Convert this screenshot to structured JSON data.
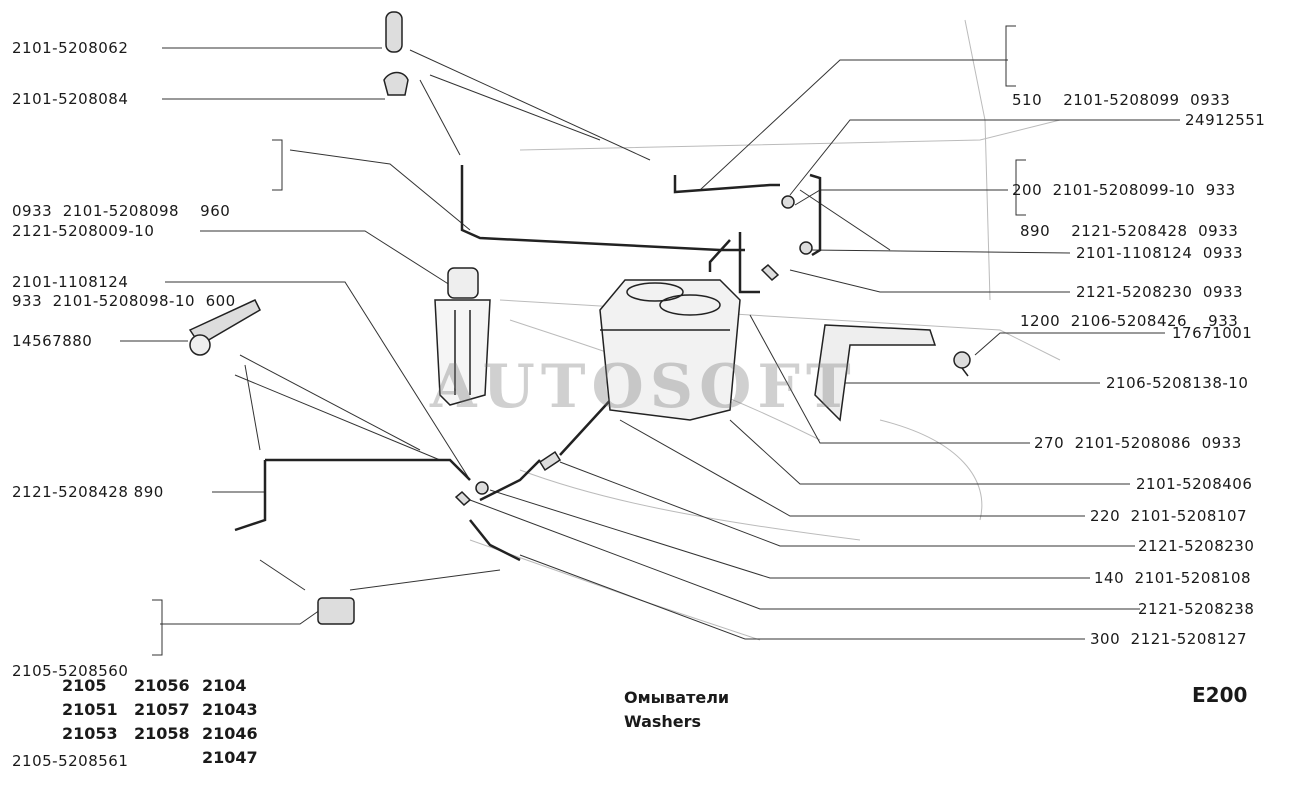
{
  "labels_left": [
    {
      "id": "l1",
      "text": "2101-5208062"
    },
    {
      "id": "l2",
      "text": "2101-5208084"
    },
    {
      "id": "l3",
      "text": "2121-5208009-10"
    },
    {
      "id": "l4",
      "text": "2101-1108124"
    },
    {
      "id": "l5",
      "text": "14567880"
    },
    {
      "id": "l6",
      "text": "2121-5208428 890"
    }
  ],
  "group_left_top": {
    "rows": [
      "0933  2101-5208098    960",
      "933  2101-5208098-10  600"
    ]
  },
  "group_left_bottom": {
    "rows": [
      "2105-5208560",
      "2105-5208561"
    ]
  },
  "group_right_top": {
    "rows": [
      "510    2101-5208099  0933",
      "200  2101-5208099-10  933"
    ]
  },
  "group_right_mid": {
    "rows": [
      "890    2121-5208428  0933",
      "1200  2106-5208426    933"
    ]
  },
  "labels_right": [
    {
      "id": "r1",
      "text": "24912551"
    },
    {
      "id": "r2",
      "text": "2101-1108124  0933"
    },
    {
      "id": "r3",
      "text": "2121-5208230  0933"
    },
    {
      "id": "r4",
      "text": "17671001"
    },
    {
      "id": "r5",
      "text": "2106-5208138-10"
    },
    {
      "id": "r6",
      "text": "270  2101-5208086  0933"
    },
    {
      "id": "r7",
      "text": "2101-5208406"
    },
    {
      "id": "r8",
      "text": "220  2101-5208107"
    },
    {
      "id": "r9",
      "text": "2121-5208230"
    },
    {
      "id": "r10",
      "text": "140  2101-5208108"
    },
    {
      "id": "r11",
      "text": "2121-5208238"
    },
    {
      "id": "r12",
      "text": "300  2121-5208127"
    }
  ],
  "models": {
    "col1": [
      "2105",
      "21051",
      "21053"
    ],
    "col2": [
      "21056",
      "21057",
      "21058"
    ],
    "col3": [
      "2104",
      "21043",
      "21046",
      "21047"
    ]
  },
  "title": {
    "ru": "Омыватели",
    "en": "Washers"
  },
  "page_code": "E200",
  "watermark": "AUTOSOFT"
}
